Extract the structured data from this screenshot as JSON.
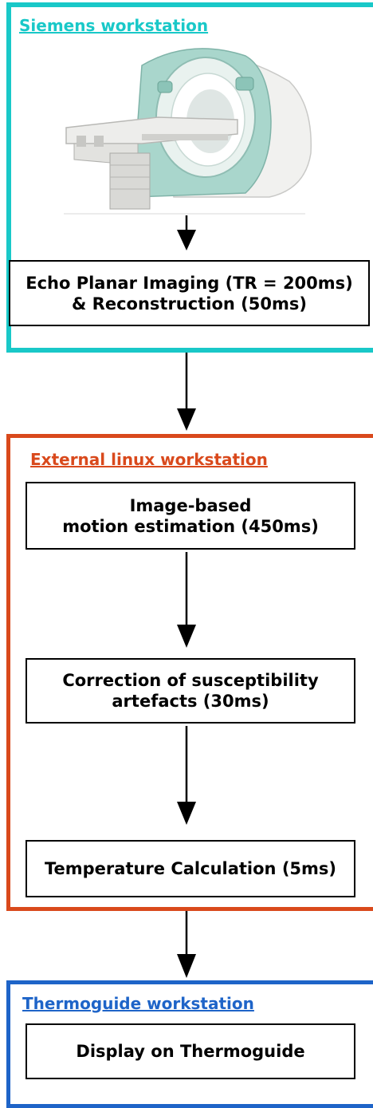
{
  "colors": {
    "siemens": "#19c8c8",
    "external": "#d9491c",
    "thermoguide": "#1e64c8"
  },
  "groups": {
    "siemens": {
      "title": "Siemens workstation",
      "image": "mri-scanner-icon"
    },
    "external": {
      "title": "External linux workstation"
    },
    "thermoguide": {
      "title": "Thermoguide workstation"
    }
  },
  "steps": {
    "epi": "Echo Planar Imaging (TR = 200ms)\n& Reconstruction (50ms)",
    "motion": "Image-based\nmotion estimation (450ms)",
    "correction": "Correction of susceptibility\nartefacts (30ms)",
    "temperature": "Temperature Calculation (5ms)",
    "display": "Display on Thermoguide"
  }
}
